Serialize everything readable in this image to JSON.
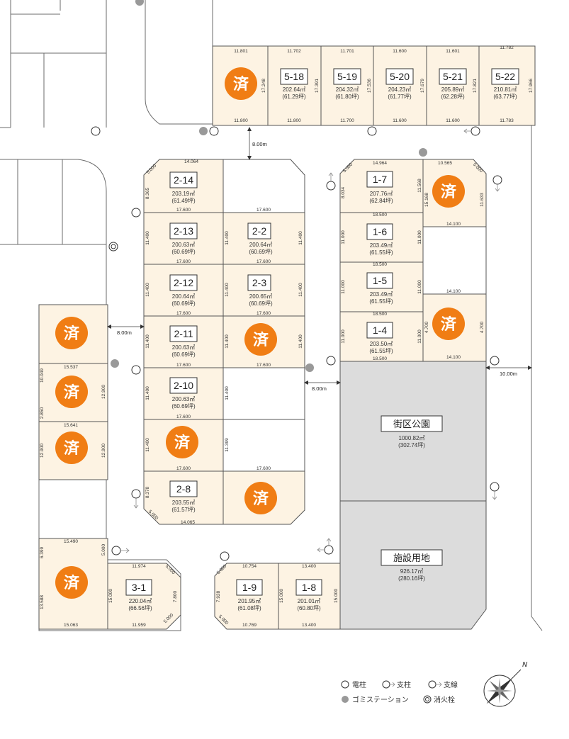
{
  "sold_label": "済",
  "lots": [
    {
      "id": "5-18",
      "area": "202.64㎡",
      "tsubo": "(61.29坪)",
      "sold": false
    },
    {
      "id": "5-19",
      "area": "204.32㎡",
      "tsubo": "(61.80坪)",
      "sold": false
    },
    {
      "id": "5-20",
      "area": "204.23㎡",
      "tsubo": "(61.77坪)",
      "sold": false
    },
    {
      "id": "5-21",
      "area": "205.89㎡",
      "tsubo": "(62.28坪)",
      "sold": false
    },
    {
      "id": "5-22",
      "area": "210.81㎡",
      "tsubo": "(63.77坪)",
      "sold": false
    },
    {
      "id": "2-14",
      "area": "203.19㎡",
      "tsubo": "(61.49坪)",
      "sold": false
    },
    {
      "id": "2-13",
      "area": "200.63㎡",
      "tsubo": "(60.69坪)",
      "sold": false
    },
    {
      "id": "2-2",
      "area": "200.64㎡",
      "tsubo": "(60.69坪)",
      "sold": false
    },
    {
      "id": "2-12",
      "area": "200.64㎡",
      "tsubo": "(60.69坪)",
      "sold": false
    },
    {
      "id": "2-3",
      "area": "200.65㎡",
      "tsubo": "(60.69坪)",
      "sold": false
    },
    {
      "id": "2-11",
      "area": "200.63㎡",
      "tsubo": "(60.69坪)",
      "sold": false
    },
    {
      "id": "2-10",
      "area": "200.63㎡",
      "tsubo": "(60.69坪)",
      "sold": false
    },
    {
      "id": "2-8",
      "area": "203.55㎡",
      "tsubo": "(61.57坪)",
      "sold": false
    },
    {
      "id": "1-7",
      "area": "207.76㎡",
      "tsubo": "(62.84坪)",
      "sold": false
    },
    {
      "id": "1-6",
      "area": "203.49㎡",
      "tsubo": "(61.55坪)",
      "sold": false
    },
    {
      "id": "1-5",
      "area": "203.49㎡",
      "tsubo": "(61.55坪)",
      "sold": false
    },
    {
      "id": "1-4",
      "area": "203.50㎡",
      "tsubo": "(61.55坪)",
      "sold": false
    },
    {
      "id": "3-1",
      "area": "220.04㎡",
      "tsubo": "(66.56坪)",
      "sold": false
    },
    {
      "id": "1-9",
      "area": "201.95㎡",
      "tsubo": "(61.08坪)",
      "sold": false
    },
    {
      "id": "1-8",
      "area": "201.01㎡",
      "tsubo": "(60.80坪)",
      "sold": false
    }
  ],
  "facilities": [
    {
      "name": "街区公園",
      "area": "1000.82㎡",
      "tsubo": "(302.74坪)"
    },
    {
      "name": "施設用地",
      "area": "926.17㎡",
      "tsubo": "(280.16坪)"
    }
  ],
  "roads": {
    "north": "8.00m",
    "west": "8.00m",
    "center": "8.00m",
    "east": "10.00m"
  },
  "dims": {
    "t1": "11.801",
    "t2": "11.702",
    "t3": "11.701",
    "t4": "11.600",
    "t5": "11.601",
    "t6": "11.782",
    "b1": "11.800",
    "b2": "11.800",
    "b3": "11.700",
    "b4": "11.600",
    "b5": "11.600",
    "b6": "11.783",
    "s1": "17.248",
    "s2": "17.391",
    "s3": "17.536",
    "s4": "17.679",
    "s5": "17.821",
    "s6": "17.966",
    "w1": "14.064",
    "w2": "17.600",
    "w3": "17.600",
    "w4": "17.600",
    "w5": "17.600",
    "w6": "17.600",
    "w7": "17.600",
    "w8": "17.600",
    "w9": "14.065",
    "e1": "14.964",
    "e2": "10.565",
    "e3": "18.500",
    "e4": "18.500",
    "e5": "18.500",
    "e6": "18.500",
    "e7": "14.100",
    "e8": "14.100",
    "e9": "14.100",
    "h1": "11.400",
    "h2": "11.000",
    "h3": "11.399",
    "h4": "12.900",
    "h5": "15.537",
    "h6": "15.641",
    "h7": "15.490",
    "h8": "15.063",
    "x1": "11.974",
    "x2": "11.959",
    "x3": "10.754",
    "x4": "13.400",
    "x5": "10.769",
    "x6": "13.400",
    "c1": "5.000",
    "c2": "8.365",
    "c3": "8.378",
    "c4": "8.034",
    "c5": "11.568",
    "c6": "15.168",
    "c7": "11.633",
    "c8": "4.700",
    "c9": "10.049",
    "c10": "2.850",
    "c11": "6.399",
    "c12": "13.588",
    "c13": "7.800",
    "c14": "7.928",
    "c15": "15.000"
  },
  "legend": {
    "pole": "電柱",
    "support": "支柱",
    "guy": "支線",
    "garbage": "ゴミステーション",
    "hydrant": "消火栓"
  },
  "compass": "N"
}
